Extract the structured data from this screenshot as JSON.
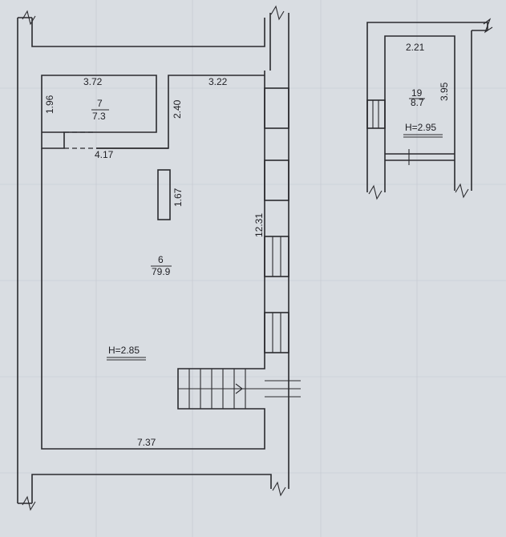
{
  "main_block": {
    "dims": {
      "room7_width": "3.72",
      "room7_height": "1.96",
      "corridor_width": "3.22",
      "partition_length": "2.40",
      "opening_width": "4.17",
      "column_length": "1.67",
      "side_length": "12.31",
      "bottom_width": "7.37"
    },
    "room7": {
      "number": "7",
      "area": "7.3"
    },
    "room6": {
      "number": "6",
      "area": "79.9"
    },
    "ceiling_height": "H=2.85"
  },
  "annex_block": {
    "dims": {
      "width": "2.21",
      "height": "3.95"
    },
    "room19": {
      "number": "19",
      "area": "8.7"
    },
    "ceiling_height": "H=2.95"
  }
}
